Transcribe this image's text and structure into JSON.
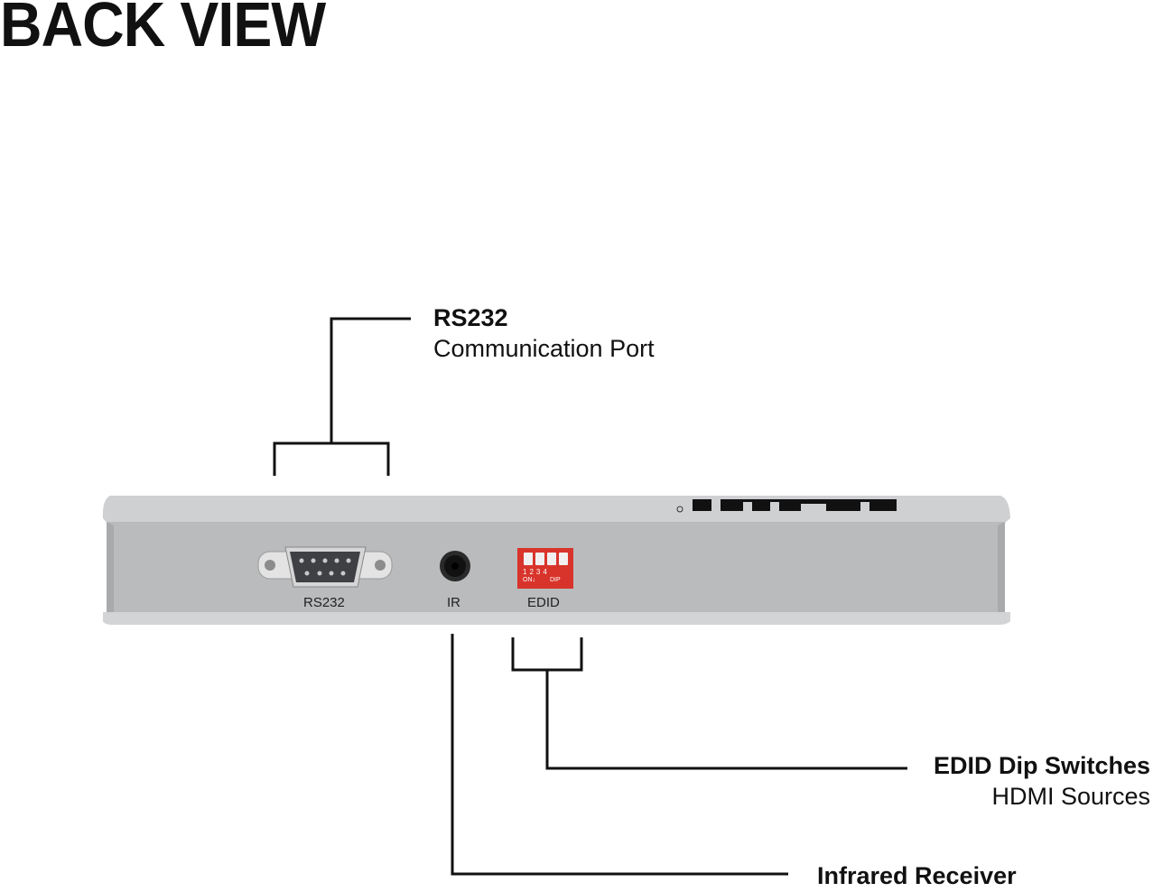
{
  "title": "BACK VIEW",
  "callouts": {
    "rs232": {
      "bold": "RS232",
      "sub": "Communication Port"
    },
    "edid": {
      "bold": "EDID Dip Switches",
      "sub": "HDMI Sources"
    },
    "ir": {
      "bold": "Infrared Receiver"
    }
  },
  "port_labels": {
    "rs232": "RS232",
    "ir": "IR",
    "edid": "EDID"
  },
  "dip_switch": {
    "numbers": "1234",
    "on": "ON↓",
    "dip": "DIP"
  },
  "colors": {
    "device_body": "#b9bbbd",
    "device_top": "#cfd0d2",
    "dip_red": "#d8342b",
    "line": "#111111"
  }
}
